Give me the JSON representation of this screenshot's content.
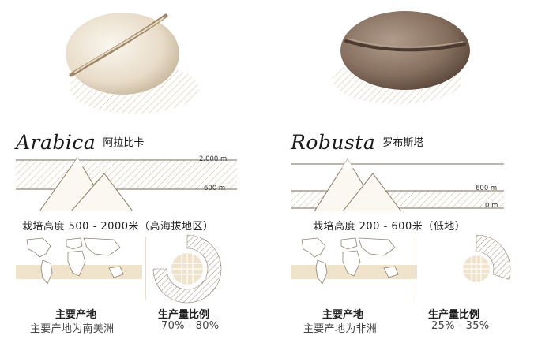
{
  "arabica": {
    "name_latin": "Arabica",
    "name_cn": "阿拉比卡",
    "altitude_high": "2.000 m",
    "altitude_low": "600 m",
    "cultivation": "栽培高度 500 - 2000米（高海拔地区）",
    "origin_title": "主要产地",
    "origin_value": "主要产地为南美洲",
    "share_title": "生产量比例",
    "share_value": "70% - 80%",
    "share_fraction": 0.75
  },
  "robusta": {
    "name_latin": "Robusta",
    "name_cn": "罗布斯塔",
    "altitude_high": "600 m",
    "altitude_low": "0 m",
    "cultivation": "栽培高度 200 - 600米（低地）",
    "origin_title": "主要产地",
    "origin_value": "主要产地为非洲",
    "share_title": "生产量比例",
    "share_value": "25% - 35%",
    "share_fraction": 0.3
  },
  "colors": {
    "band": "#efe3cc",
    "hatch": "#c9b596",
    "line": "#7c6e58",
    "map_fill": "#f1e6d3",
    "land": "#ffffff",
    "arabica_bean": "#ece3d3",
    "robusta_bean": "#8a7566"
  }
}
